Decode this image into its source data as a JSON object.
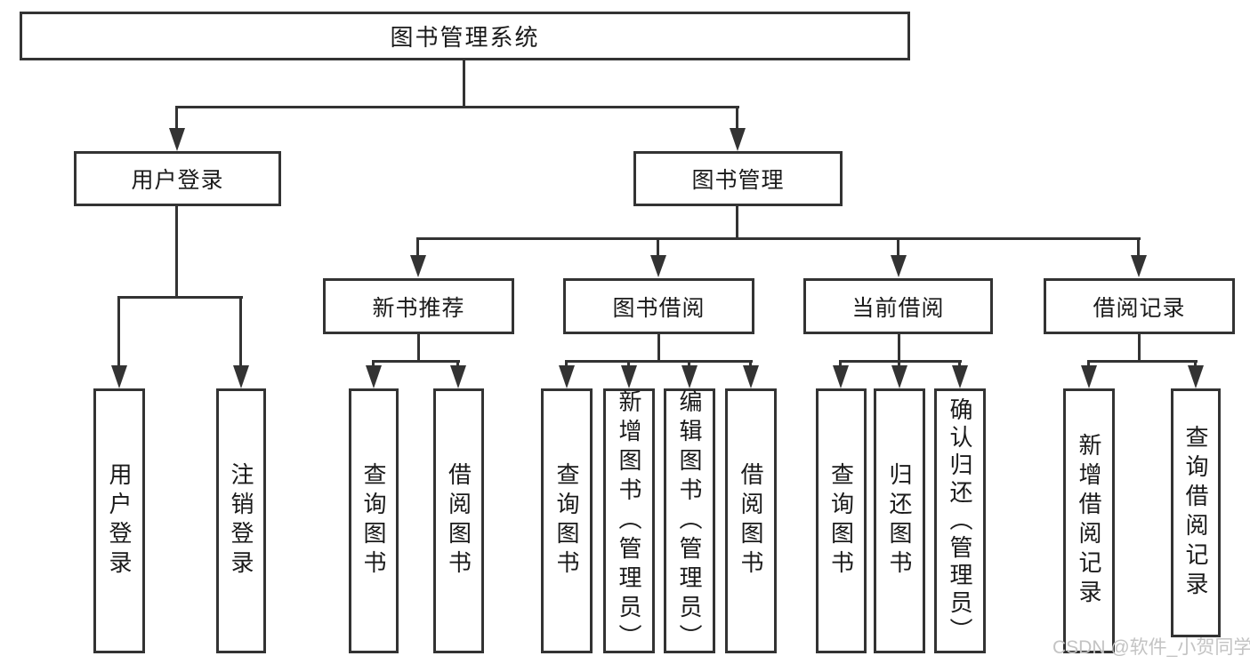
{
  "diagram": {
    "root_label": "图书管理系统",
    "branches": [
      {
        "label": "用户登录",
        "children": [
          "用户登录",
          "注销登录"
        ]
      },
      {
        "label": "图书管理",
        "sub_branches": [
          {
            "label": "新书推荐",
            "children": [
              "查询图书",
              "借阅图书"
            ]
          },
          {
            "label": "图书借阅",
            "children": [
              "查询图书",
              "新增图书（管理员）",
              "编辑图书（管理员）",
              "借阅图书"
            ]
          },
          {
            "label": "当前借阅",
            "children": [
              "查询图书",
              "归还图书",
              "确认归还（管理员）"
            ]
          },
          {
            "label": "借阅记录",
            "children": [
              "新增借阅记录",
              "查询借阅记录"
            ]
          }
        ]
      }
    ]
  },
  "watermark": {
    "text": "CSDN @软件_小贺同学"
  },
  "colors": {
    "box_border": "#333333",
    "line": "#333333",
    "text": "#1a1a1a",
    "watermark": "#c3c3c3",
    "background": "#ffffff"
  }
}
